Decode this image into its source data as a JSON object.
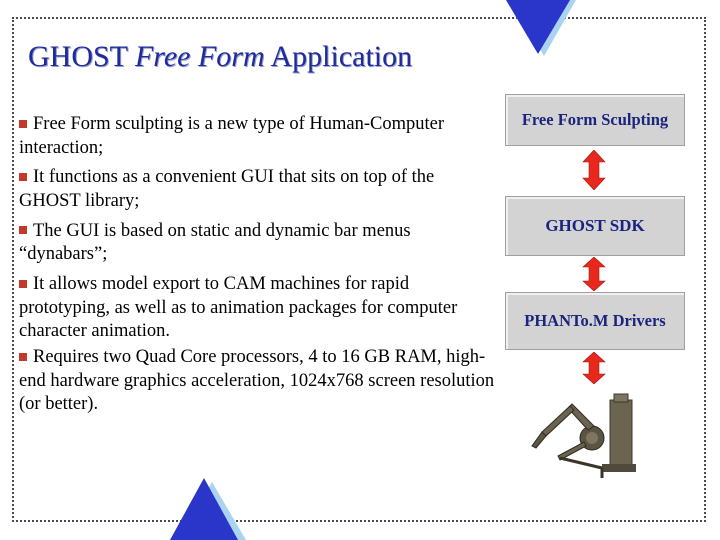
{
  "slide": {
    "title_prefix": "GHOST ",
    "title_italic": "Free Form",
    "title_suffix": " Application",
    "bullets": [
      "Free Form sculpting is a new type of Human-Computer interaction;",
      "It functions as a convenient GUI that sits on top of the GHOST library;",
      "The GUI is based on static and dynamic bar menus “dynabars”;",
      "It allows model export to CAM machines for rapid prototyping, as well as to animation packages for computer character animation.",
      "Requires two Quad Core processors, 4 to 16 GB RAM, high-end hardware graphics acceleration, 1024x768 screen resolution (or better)."
    ]
  },
  "stack": {
    "boxes": [
      "Free Form Sculpting",
      "GHOST SDK",
      "PHANTo.M Drivers"
    ]
  },
  "colors": {
    "title": "#1f2a9e",
    "bullet_mark": "#c0392b",
    "box_fill": "#d3d3d3",
    "box_text": "#1a237e",
    "arrow": "#e8281c",
    "triangle": "#2a35c9",
    "triangle_shadow": "#a9d3f0"
  },
  "icons": [
    "double-arrow-icon",
    "blue-triangle-icon",
    "phantom-haptic-device-image"
  ]
}
